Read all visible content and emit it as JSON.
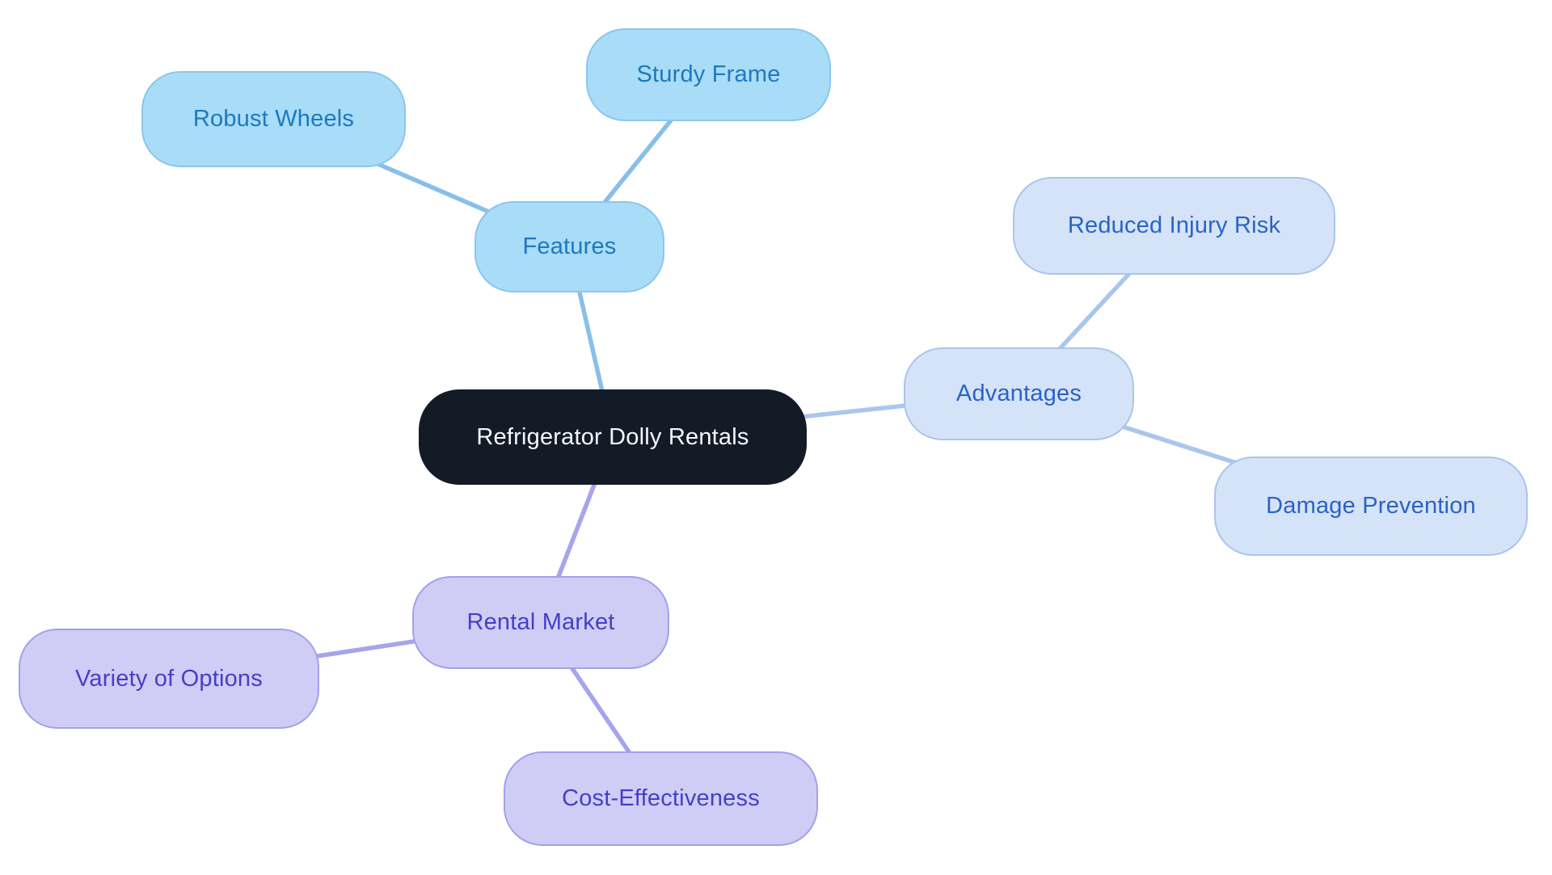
{
  "diagram": {
    "type": "mindmap",
    "background_color": "#ffffff",
    "center": {
      "id": "center",
      "label": "Refrigerator Dolly Rentals",
      "fill": "#131c26",
      "text_color": "#f5f7fa"
    },
    "branches": [
      {
        "id": "features",
        "label": "Features",
        "fill": "#a9dcf6",
        "border": "#8cc6ee",
        "text_color": "#1d79c0",
        "edge_color": "#88bfea",
        "children": [
          {
            "id": "robust-wheels",
            "label": "Robust Wheels"
          },
          {
            "id": "sturdy-frame",
            "label": "Sturdy Frame"
          }
        ]
      },
      {
        "id": "advantages",
        "label": "Advantages",
        "fill": "#d5e3f8",
        "border": "#aac5ec",
        "text_color": "#2a63c5",
        "edge_color": "#abc6ec",
        "children": [
          {
            "id": "reduced-injury-risk",
            "label": "Reduced Injury Risk"
          },
          {
            "id": "damage-prevention",
            "label": "Damage Prevention"
          }
        ]
      },
      {
        "id": "rental-market",
        "label": "Rental Market",
        "fill": "#cfcdf6",
        "border": "#a3a1ea",
        "text_color": "#463fc6",
        "edge_color": "#a5a4ec",
        "children": [
          {
            "id": "variety-of-options",
            "label": "Variety of Options"
          },
          {
            "id": "cost-effectiveness",
            "label": "Cost-Effectiveness"
          }
        ]
      }
    ]
  }
}
